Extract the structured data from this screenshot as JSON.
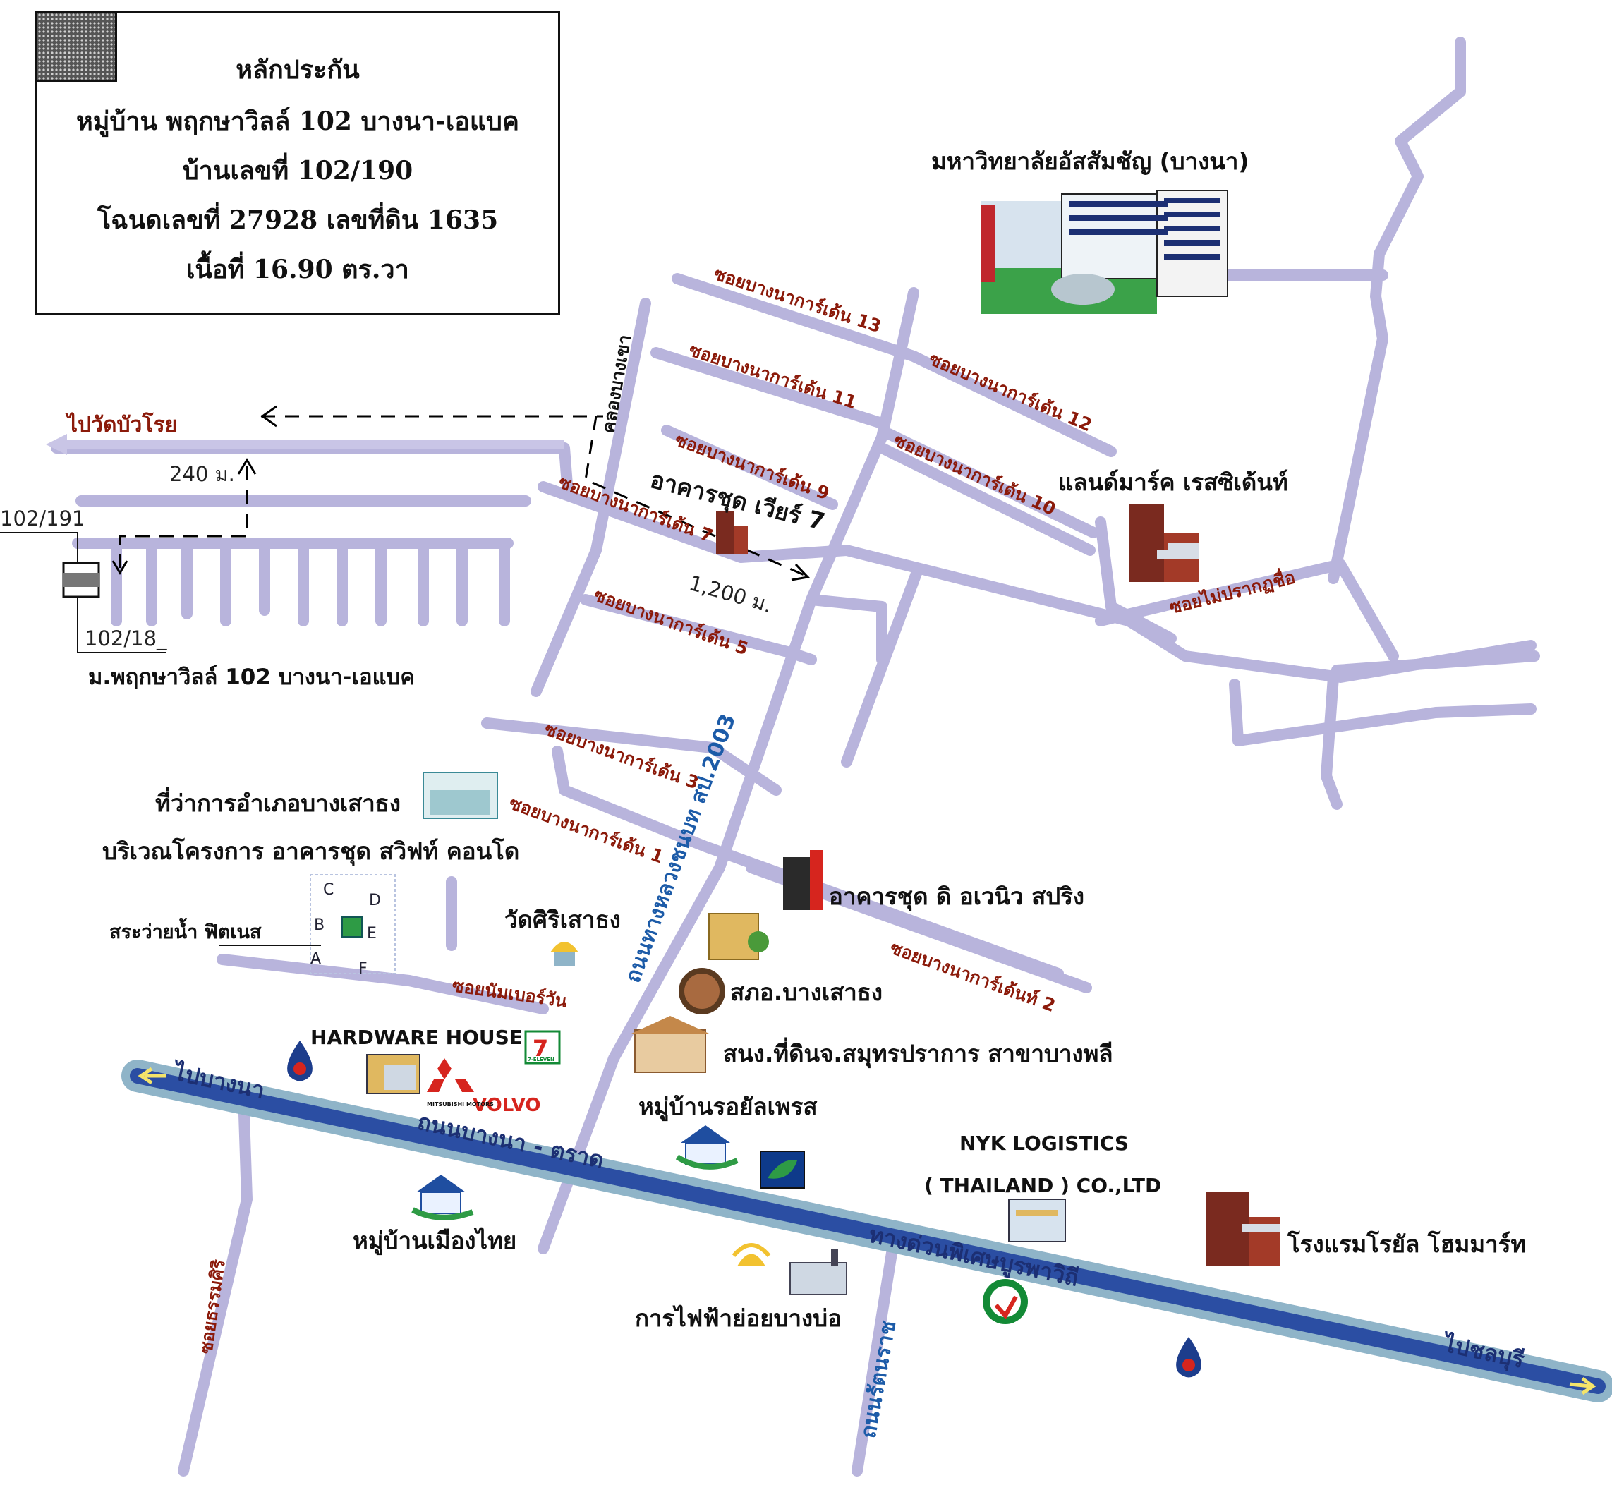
{
  "info_box": {
    "title": "หลักประกัน",
    "village": "หมู่บ้าน พฤกษาวิลล์ 102 บางนา-เอแบค",
    "house_no": "บ้านเลขที่ 102/190",
    "deed": "โฉนดเลขที่ 27928 เลขที่ดิน 1635",
    "area": "เนื้อที่ 16.90 ตร.วา"
  },
  "map_labels": {
    "to_wat": "ไปวัดบัวโรย",
    "canal": "คลองบางเขา",
    "dist_240": "240 ม.",
    "dist_1200": "1,200 ม.",
    "plot_191": "102/191",
    "plot_18": "102/18_",
    "village_name": "ม.พฤกษาวิลล์ 102 บางนา-เอแบค",
    "university": "มหาวิทยาลัยอัสสัมชัญ (บางนา)",
    "view7": "อาคารชุด เวียร์ 7",
    "landmark": "แลนด์มาร์ค เรสซิเด้นท์",
    "unnamed_soi": "ซอยไม่ปรากฏชื่อ",
    "district_office": "ที่ว่าการอำเภอบางเสาธง",
    "swift_condo": "บริเวณโครงการ อาคารชุด สวิฟท์ คอนโด",
    "pool": "สระว่ายน้ำ ฟิตเนส",
    "wat": "วัดศิริเสาธง",
    "avenue": "อาคารชุด ดิ อเวนิว สปริง",
    "police": "สภอ.บางเสาธง",
    "land_office": "สนง.ที่ดินจ.สมุทรปราการ สาขาบางพลี",
    "royal_place": "หมู่บ้านรอยัลเพรส",
    "hardware": "HARDWARE HOUSE",
    "volvo": "VOLVO",
    "mitsubishi": "MITSUBISHI MOTORS",
    "seven": "7-ELEVEN",
    "nyk1": "NYK LOGISTICS",
    "nyk2": "( THAILAND ) CO.,LTD",
    "hotel": "โรงแรมโรยัล โฮมมาร์ท",
    "muang_thai": "หมู่บ้านเมืองไทย",
    "pea": "การไฟฟ้าย่อยบางบ่อ",
    "to_bangna": "ไปบางนา",
    "to_chonburi": "ไปชลบุรี",
    "bangna_trad": "ถนนบางนา - ตราด",
    "expressway": "ทางด่วนพิเศษบูรพาวิถี",
    "highway": "ถนนทางหลวงชนบท สป.2003",
    "soi_thammasiri": "ซอยธรรมศิริ",
    "rattanaraj": "ถนนรัตนราช",
    "soi_number_one": "ซอยนัมเบอร์วัน"
  },
  "soi": {
    "s13": "ซอยบางนาการ์เด้น 13",
    "s11": "ซอยบางนาการ์เด้น 11",
    "s12": "ซอยบางนาการ์เด้น 12",
    "s9": "ซอยบางนาการ์เด้น 9",
    "s10": "ซอยบางนาการ์เด้น 10",
    "s7": "ซอยบางนาการ์เด้น 7",
    "s5": "ซอยบางนาการ์เด้น 5",
    "s3": "ซอยบางนาการ์เด้น 3",
    "s1": "ซอยบางนาการ์เด้น 1",
    "s2": "ซอยบางนาการ์เด้นท์ 2"
  },
  "plots": [
    "C",
    "D",
    "B",
    "E",
    "A",
    "F"
  ],
  "colors": {
    "road": "#b8b4dc",
    "main_road": "#2b4ea3",
    "main_road_edge": "#8fb4c8",
    "soi_label": "#8b1a0a",
    "blue_label": "#1c5ba8",
    "ptt_blue": "#1d3d8c",
    "ptt_red": "#d6251e",
    "kbank_green": "#138a36",
    "bldg_brown": "#7a2a1f"
  },
  "icons": [
    "ptt-icon",
    "seven-eleven-icon",
    "mitsubishi-icon",
    "bangchak-icon",
    "kbank-icon",
    "krungsri-icon",
    "building-icon",
    "house-icon",
    "temple-icon",
    "police-badge-icon",
    "university-icon"
  ]
}
